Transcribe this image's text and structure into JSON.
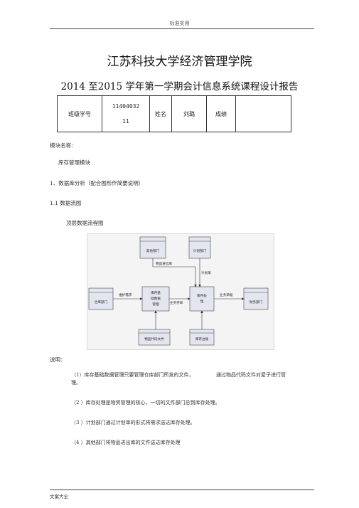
{
  "header": {
    "text": "标准实用"
  },
  "title": "江苏科技大学经济管理学院",
  "subtitle": "2014 至2015 学年第一学期会计信息系统课程设计报告",
  "info_table": {
    "class_label": "班级学号",
    "class_value_line1": "11404032",
    "class_value_line2": "11",
    "name_label": "姓名",
    "name_value": "刘璐",
    "grade_label": "成绩",
    "grade_value": ""
  },
  "body": {
    "module_label": "模块名称：",
    "module_name": "库存管理模块",
    "section1": "1、数据库分析（配合图形作简要说明）",
    "section11": "1.1 数据流图",
    "diagram_caption": "顶层数据流程图"
  },
  "diagram": {
    "entities": {
      "other_dept": "其他部门",
      "plan_dept": "计划部门",
      "warehouse_dept": "仓库部门",
      "finance_dept": "财务部门",
      "base_mgmt_1": "库存基",
      "base_mgmt_2": "础数据",
      "base_mgmt_3": "管理",
      "stock_proc_1": "库存处",
      "stock_proc_2": "理",
      "item_code_file": "物品代码文件",
      "stock_ledger": "库存台账"
    },
    "flows": {
      "item_in_out": "物品进出库",
      "plan_sheet": "计划单",
      "maintain_request": "维护需求",
      "business_doc": "业务存单",
      "business_bill": "业务单据"
    }
  },
  "notes": {
    "label": "说明：",
    "n1a": "（1）库存基础数据管理只要管理仓库部门所发的文件，",
    "n1b": "通过物品代码文件对屋子进行管",
    "n1c": "理。",
    "n2": "（2 ）库存处理是物资管理的核心，一切的文件部门总到库存处理。",
    "n3": "（3 ）计划部门通过计划单的形式将需求送达库存处理。",
    "n4": "（4 ）其他部门将物品进出库的文件送达库存处理"
  },
  "footer": {
    "text": "文案大全"
  }
}
